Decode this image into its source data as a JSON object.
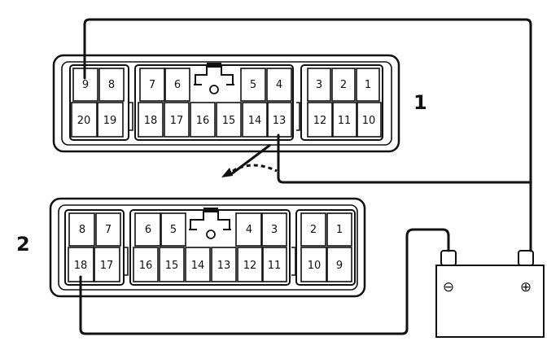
{
  "connector1": {
    "label": "1",
    "top_pins": [
      "9",
      "8",
      "7",
      "6",
      "5",
      "4",
      "3",
      "2",
      "1"
    ],
    "bottom_pins": [
      "20",
      "19",
      "18",
      "17",
      "16",
      "15",
      "14",
      "13",
      "12",
      "11",
      "10"
    ]
  },
  "connector2": {
    "label": "2",
    "top_pins": [
      "8",
      "7",
      "6",
      "5",
      "4",
      "3",
      "2",
      "1"
    ],
    "bottom_pins": [
      "18",
      "17",
      "16",
      "15",
      "14",
      "13",
      "12",
      "11",
      "10",
      "9"
    ]
  },
  "battery": {
    "negative": "⊖",
    "positive": "⊕"
  }
}
